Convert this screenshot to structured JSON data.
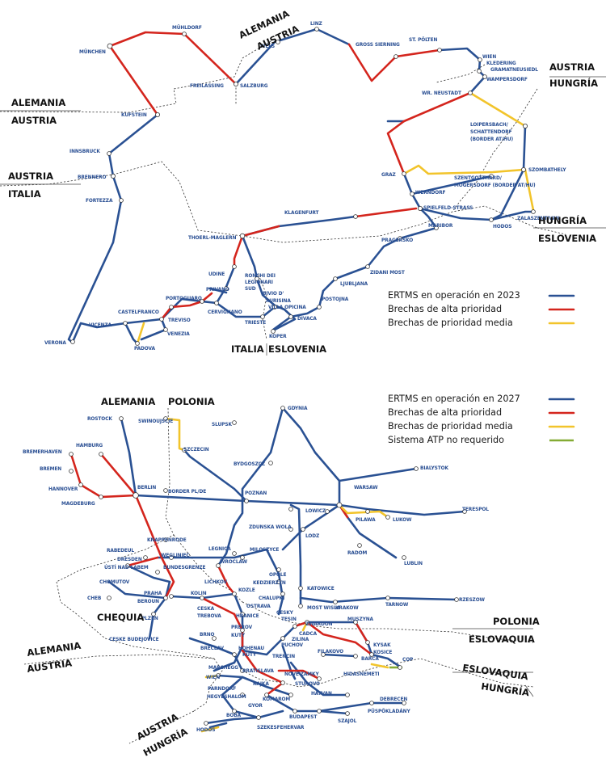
{
  "colors": {
    "operational": "#2a5193",
    "high_priority": "#d4251d",
    "medium_priority": "#f2c42b",
    "atp_not_required": "#84ab34"
  },
  "map1": {
    "legend": {
      "operational": "ERTMS en operación en 2023",
      "high": "Brechas de alta prioridad",
      "medium": "Brechas de prioridad media"
    },
    "countries": {
      "de_top": "ALEMANIA",
      "at_top": "AUSTRIA",
      "at_right": "AUSTRIA",
      "hu_right": "HUNGRÍA",
      "de_left": "ALEMANIA",
      "at_left": "AUSTRIA",
      "at_left2": "AUSTRIA",
      "it_left": "ITALIA",
      "hu_bottom": "HUNGRÍA",
      "si_right": "ESLOVENIA",
      "it_bottom": "ITALIA",
      "si_bottom": "ESLOVENIA"
    },
    "stations": {
      "munchen": "MÜNCHEN",
      "muhldorf": "MÜHLDORF",
      "freilassing": "FREILASSING",
      "salzburg": "SALZBURG",
      "wels": "WELS",
      "linz": "LINZ",
      "gross_sierning": "GROSS SIERNING",
      "st_polten": "ST. PÖLTEN",
      "wien": "WIEN",
      "kledering": "KLEDERING",
      "gramatneusiedl": "GRAMATNEUSIEDL",
      "wampersdorf": "WAMPERSDORF",
      "wr_neustadt": "WR. NEUSTADT",
      "kufstein": "KUFSTEIN",
      "innsbruck": "INNSBRUCK",
      "brennero": "BRENNERO",
      "fortezza": "FORTEZZA",
      "loipersbach_1": "LOIPERSBACH/",
      "loipersbach_2": "SCHATTENDORF",
      "loipersbach_3": "(BORDER AT/HU)",
      "szombathely": "SZOMBATHELY",
      "graz": "GRAZ",
      "szentgotthard_1": "SZENTGOTTHARD/",
      "szentgotthard_2": "MOGERSDORF (BORDER AT/HU)",
      "werndorf": "WERNDORF",
      "spielfeld": "SPIELFELD-STRASS",
      "zalaszentivan": "ZALASZENTIVAN",
      "hodos": "HODOS",
      "maribor": "MARIBOR",
      "pragersko": "PRAGERSKO",
      "klagenfurt": "KLAGENFURT",
      "thoerl": "THOERL-MAGLERN",
      "udine": "UDINE",
      "ronchi_1": "RONCHI DEI",
      "ronchi_2": "LEGIONARI",
      "ronchi_3": "SUD",
      "bivio": "BIVIO D'",
      "aurisina": "AURISINA",
      "villa_opicina": "VILLA OPICINA",
      "privano": "PRIVANO",
      "portogruaro": "PORTOGUARO",
      "cervignano": "CERVIGNANO",
      "trieste": "TRIESTE",
      "koper": "KOPER",
      "divaca": "DIVACA",
      "postojna": "POSTOJNA",
      "ljubljana": "LJUBLJANA",
      "zidani_most": "ZIDANI MOST",
      "castelfranco": "CASTELFRANCO",
      "treviso": "TREVISO",
      "vicenza": "VICENZA",
      "venezia": "VENEZIA",
      "padova": "PADOVA",
      "verona": "VERONA"
    }
  },
  "map2": {
    "legend": {
      "operational": "ERTMS en operación en 2027",
      "high": "Brechas de alta prioridad",
      "medium": "Brechas de prioridad media",
      "atp": "Sistema ATP no requerido"
    },
    "countries": {
      "de": "ALEMANIA",
      "pl": "POLONIA",
      "cz": "CHEQUIA",
      "pl_right": "POLONIA",
      "sk_right": "ESLOVAQUIA",
      "de_left": "ALEMANIA",
      "at_left": "AUSTRIA",
      "sk_right2": "ESLOVAQUIA",
      "hu_right": "HUNGRÍA",
      "at_bottom": "AUSTRIA",
      "hu_bottom": "HUNGRÍA"
    },
    "stations": {
      "rostock": "ROSTOCK",
      "swinoujscie": "SWINOUJSCIE",
      "szczecin": "SZCZECIN",
      "slupsk": "SLUPSK",
      "gdynia": "GDYNIA",
      "bydgoszcz": "BYDGOSZCZ",
      "bialystok": "BIALYSTOK",
      "bremerhaven": "BREMERHAVEN",
      "hamburg": "HAMBURG",
      "bremen": "BREMEN",
      "hannover": "HANNOVER",
      "magdeburg": "MAGDEBURG",
      "berlin": "BERLIN",
      "border_plde": "BORDER PL/DE",
      "poznan": "POZNAN",
      "warsaw": "WARSAW",
      "lowicz": "LOWICZ",
      "pilawa": "PILAWA",
      "lukow": "LUKOW",
      "terespol": "TERESPOL",
      "zdunska": "ZDUNSKA WOLA",
      "lodz": "LODZ",
      "radom": "RADOM",
      "lublin": "LUBLIN",
      "knappenrode": "KNAPPENRODE",
      "rabedeul": "RABEDEUL",
      "dresden": "DRESDEN",
      "weglinec": "WEGLINIEC",
      "legnica": "LEGNICA",
      "miloszyce": "MILOSZYCE",
      "wroclaw": "WROCLAW",
      "usti": "ÚSTÍ NAD LABEM",
      "bundesgrenze": "BUNDESGRENZE",
      "chomutov": "CHOMUTOV",
      "cheb": "CHEB",
      "praha": "PRAHA",
      "beroun": "BEROUN",
      "plzen": "PLZEN",
      "kolin": "KOLIN",
      "lichkov": "LICHKOV",
      "opole": "OPOLE",
      "kedzierzyn": "KEDZIERZYN",
      "kozle": "KOZLE",
      "chalupki": "CHALUPKI",
      "ostrava": "OSTRAVA",
      "katowice": "KATOWICE",
      "most_wisla": "MOST WISLA",
      "krakow": "KRAKOW",
      "tarnow": "TARNOW",
      "rzeszow": "RZESZOW",
      "ceska_1": "CESKA",
      "ceska_2": "TREBOVA",
      "hranice": "HRANICE",
      "prerov": "PREROV",
      "kuty": "KUTY",
      "brno": "BRNO",
      "ceske_budejovice": "CESKE BUDEJOVICE",
      "cesky": "CESKY",
      "tesin": "TESIN",
      "zwardon": "ZWARDON",
      "muszyna": "MUSZYNA",
      "cadca": "CADCA",
      "zilina": "ZILINA",
      "puchov": "PUCHOV",
      "breclav": "BRECLAV",
      "hohenau": "HOHENAU",
      "kuty2": "KUTY",
      "trencin": "TRENCIN",
      "kysak": "KYSAK",
      "kosice": "KOSICE",
      "cop": "COP",
      "marchegg": "MARCHEGG",
      "wien": "WIEN",
      "bratislava": "BRATISLAVA",
      "filakovo": "FILAKOVO",
      "barca": "BARCA",
      "hidasnemeti": "HIDASNEMETI",
      "nove_zamky": "NOVE ZAMKY",
      "sturovo": "STUROVO",
      "parndorf": "PARNDORF",
      "rajka": "RAJKA",
      "hatvan": "HATVAN",
      "debrecen": "DEBRECEN",
      "hegyeshalom": "HEGYESHALOM",
      "komarom": "KOMAROM",
      "gyor": "GYOR",
      "budapest": "BUDAPEST",
      "szajol": "SZAJOL",
      "puspokladany": "PÜSPÖKLADÁNY",
      "boba": "BOBA",
      "szekesfehervar": "SZEKESFEHERVAR",
      "hodos": "HODOS"
    }
  }
}
